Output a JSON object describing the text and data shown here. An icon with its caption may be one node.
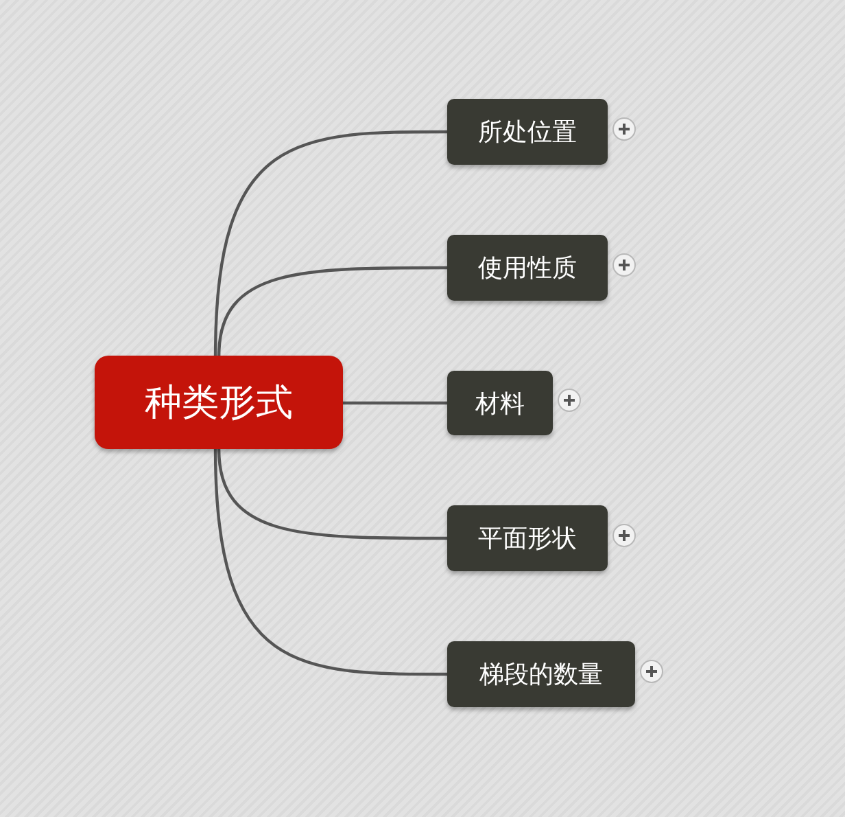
{
  "diagram": {
    "nodes": [
      {
        "text": [
          "种类形式"
        ]
      },
      {
        "text": [
          "所处位置"
        ]
      },
      {
        "text": [
          "使用性质"
        ]
      },
      {
        "text": [
          "材料"
        ]
      },
      {
        "text": [
          "平面形状"
        ]
      },
      {
        "text": [
          "梯段的数量"
        ]
      }
    ],
    "edges": [
      {
        "from": 0,
        "to": 1,
        "arrow": "none"
      },
      {
        "from": 0,
        "to": 2,
        "arrow": "none"
      },
      {
        "from": 0,
        "to": 3,
        "arrow": "none"
      },
      {
        "from": 0,
        "to": 4,
        "arrow": "none"
      },
      {
        "from": 0,
        "to": 5,
        "arrow": "none"
      }
    ]
  }
}
